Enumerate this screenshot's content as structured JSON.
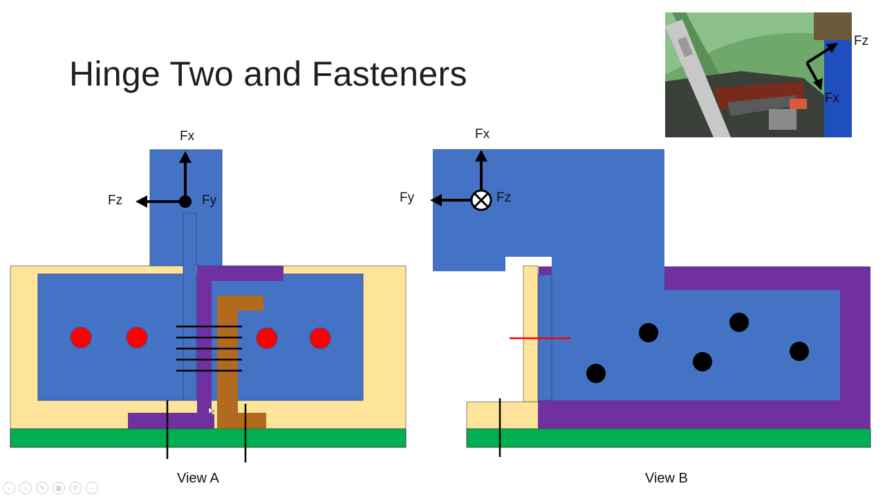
{
  "slide": {
    "title": "Hinge Two and Fasteners"
  },
  "view_a": {
    "caption": "View A",
    "labels": {
      "fx": "Fx",
      "fy": "Fy",
      "fz": "Fz"
    }
  },
  "view_b": {
    "caption": "View B",
    "labels": {
      "fx": "Fx",
      "fy": "Fy",
      "fz": "Fz"
    }
  },
  "photo": {
    "labels": {
      "fz": "Fz",
      "fx": "Fx"
    }
  },
  "colors": {
    "blue": "#4472c4",
    "cream": "#fde49a",
    "purple": "#7030a0",
    "orange": "#b26a1f",
    "green": "#00b050",
    "red": "#ff0000",
    "black": "#000000"
  },
  "player_controls": [
    "prev-icon",
    "next-icon",
    "pen-icon",
    "slides-icon",
    "zoom-icon",
    "more-icon"
  ]
}
